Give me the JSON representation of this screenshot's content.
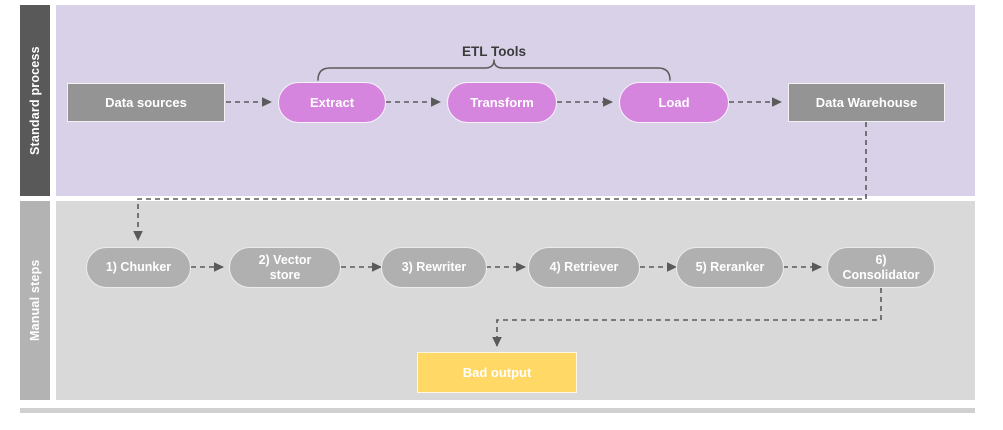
{
  "diagram": {
    "type": "flowchart",
    "title_annotation": "ETL Tools",
    "lanes": [
      {
        "id": "standard-process",
        "label": "Standard process",
        "background_color": "#d8d1e8",
        "label_color": "#595959"
      },
      {
        "id": "manual-steps",
        "label": "Manual steps",
        "background_color": "#d9d9d9",
        "label_color": "#b3b3b3"
      }
    ],
    "top_row": {
      "source": {
        "label": "Data sources",
        "shape": "rect",
        "color": "#949494"
      },
      "etl": [
        {
          "label": "Extract",
          "shape": "pill",
          "color": "#d585dd"
        },
        {
          "label": "Transform",
          "shape": "pill",
          "color": "#d585dd"
        },
        {
          "label": "Load",
          "shape": "pill",
          "color": "#d585dd"
        }
      ],
      "sink": {
        "label": "Data Warehouse",
        "shape": "rect",
        "color": "#949494"
      },
      "bracket_label": "ETL Tools"
    },
    "bottom_row": {
      "steps": [
        {
          "label": "1) Chunker"
        },
        {
          "label": "2) Vector store"
        },
        {
          "label": "3) Rewriter"
        },
        {
          "label": "4) Retriever"
        },
        {
          "label": "5) Reranker"
        },
        {
          "label": "6) Consolidator"
        }
      ],
      "output": {
        "label": "Bad output",
        "shape": "rect",
        "color": "#ffd866"
      }
    },
    "connector_color": "#5a5a5a",
    "connector_style": "dashed"
  }
}
